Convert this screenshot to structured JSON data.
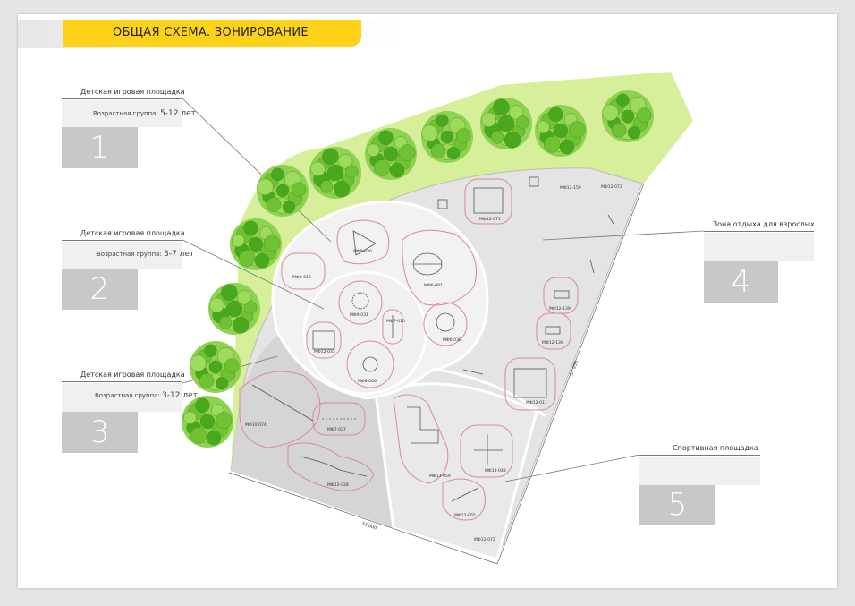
{
  "title": "ОБЩАЯ СХЕМА. ЗОНИРОВАНИЕ",
  "zones": [
    {
      "label": "Детская игровая площадка",
      "age_prefix": "Возрастная группа:",
      "age": "5-12 лет",
      "number": "1"
    },
    {
      "label": "Детская игровая площадка",
      "age_prefix": "Возрастная группа:",
      "age": "3-7 лет",
      "number": "2"
    },
    {
      "label": "Детская игровая площадка",
      "age_prefix": "Возрастная группа:",
      "age": "3-12 лет",
      "number": "3"
    },
    {
      "label": "Зона отдыха для взрослых",
      "number": "4"
    },
    {
      "label": "Спортивная площадка",
      "number": "5"
    }
  ],
  "equipment_labels": {
    "mf9_031": "МФ9-031",
    "mf8_010": "МФ8-010",
    "mf9_026": "МФ9-026",
    "mf6_001": "МФ6-001",
    "mf12_033": "МФ12-033",
    "mf7_010": "МФ7-010",
    "mf6_036": "МФ6-036",
    "mf8_006": "МФ8-006",
    "mf12_071": "МФ12-071",
    "mf12_159": "МФ12-159",
    "mf12_073_top": "МФ12-073",
    "mf12_139a": "МФ12-139",
    "mf12_139b": "МФ12-139",
    "mf12_011": "МФ12-011",
    "mf10_074": "МФ10-074",
    "mf7_027": "МФ7-027",
    "mf12_028": "МФ12-028",
    "mf13_059": "МФ13-059",
    "mf13_048": "МФ13-048",
    "mf13_065": "МФ13-065",
    "mf12_073_bottom": "МФ12-073"
  },
  "dimensions": {
    "bottom": "32 000",
    "right": "34 955"
  },
  "colors": {
    "accent": "#ffd21a",
    "grass": "#d7ef9a",
    "tree": "#5cb82a",
    "zone_fill": "#e8e8e8",
    "equipment_outline": "#d98a96"
  }
}
